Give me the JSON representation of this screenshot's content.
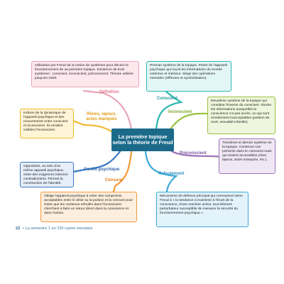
{
  "center_title": "La première topique selon la théorie de Freud",
  "branches": {
    "definition": {
      "label": "Définition",
      "text": "Utilisation par Freud de la notion de systèmes pour décrire le fonctionnement de sa première topique. Existence de trois systèmes : conscient, inconscient, préconscient. Théorie utilisée jusqu'en 1920.",
      "color": "#e8a5b6",
      "fill": "#fde8ee"
    },
    "conscient": {
      "label": "Conscient",
      "text": "Premier système de la topique. Partie de l'appareil psychique qui reçoit les informations du monde extérieur et intérieur. Siège des opérations mentales (réflexion et symbolisation).",
      "color": "#2db7b0",
      "fill": "#e3f6f6"
    },
    "inconscient": {
      "label": "Inconscient",
      "text": "Deuxième système de la topique qui constitue l'inverse du conscient. Stocke les informations auxquelles la conscience n'a pas accès, ou qui sont moralement inacceptables (pulsion de mort, sexualité infantile).",
      "color": "#99c13e",
      "fill": "#eff6dd"
    },
    "preconscient": {
      "label": "Préconscient",
      "text": "Troisième et dernier système de la topique. Contenus non présents dans le conscient mais qui restent accessibles (rêve, lapsus, actes manqués, etc.).",
      "color": "#9b74b6",
      "fill": "#f0e7f5"
    },
    "refoulement": {
      "label": "Refoulement",
      "text": "Mécanisme de défense principal qui correspond selon Freud à « la tendance à maintenir à l'écart de la conscience, d'une manière active, tout élément perturbateur susceptible de menacer la sécurité du fonctionnement psychique ».",
      "color": "#3ba9d6",
      "fill": "#e3f3fb"
    },
    "reves": {
      "label": "Rêves, lapsus, actes manqués",
      "text": "Indices de la dynamique de l'appareil psychique et des mouvements entre conscient et inconscient. Ils rendent visibles l'inconscient.",
      "color": "#f2b731",
      "fill": "#fff4d6"
    },
    "conflit": {
      "label": "Conflit psychique",
      "text": "Opposition, au sein d'un même appareil psychique, entre des exigences internes contradictoires. Permet la construction de l'identité.",
      "color": "#3a78c2",
      "fill": "#e6eef9"
    },
    "censure": {
      "label": "Censure",
      "text": "Oblige l'appareil psychique à créer des compromis acceptables entre le désir ou la pulsion et la censure pour éviter que les contenus refoulés dans l'inconscient cherchent à faire un retour direct dans la conscience et dans l'action.",
      "color": "#f29a3c",
      "fill": "#fdeedd"
    }
  },
  "footer": {
    "page_number": "22",
    "text": "La semestre 1 en 230 cartes mentales"
  }
}
